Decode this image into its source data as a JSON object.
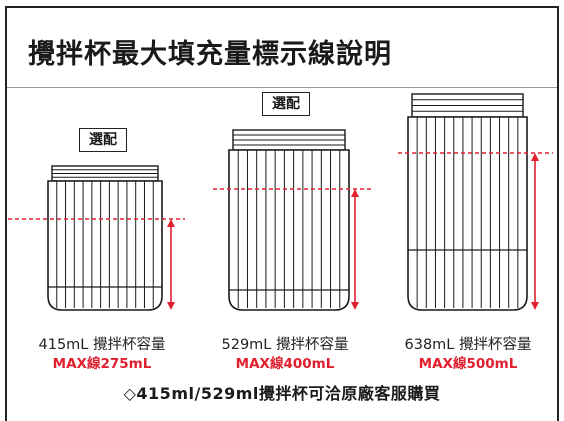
{
  "title": "攪拌杯最大填充量標示線說明",
  "colors": {
    "accent": "#e0202e",
    "outline": "#1a1a1a"
  },
  "cups": [
    {
      "badge": "選配",
      "capacity_label": "415mL 攪拌杯容量",
      "max_label": "MAX線275mL"
    },
    {
      "badge": "選配",
      "capacity_label": "529mL 攪拌杯容量",
      "max_label": "MAX線400mL"
    },
    {
      "badge": "",
      "capacity_label": "638mL 攪拌杯容量",
      "max_label": "MAX線500mL"
    }
  ],
  "footnote": "◇415ml/529ml攪拌杯可洽原廠客服購買"
}
